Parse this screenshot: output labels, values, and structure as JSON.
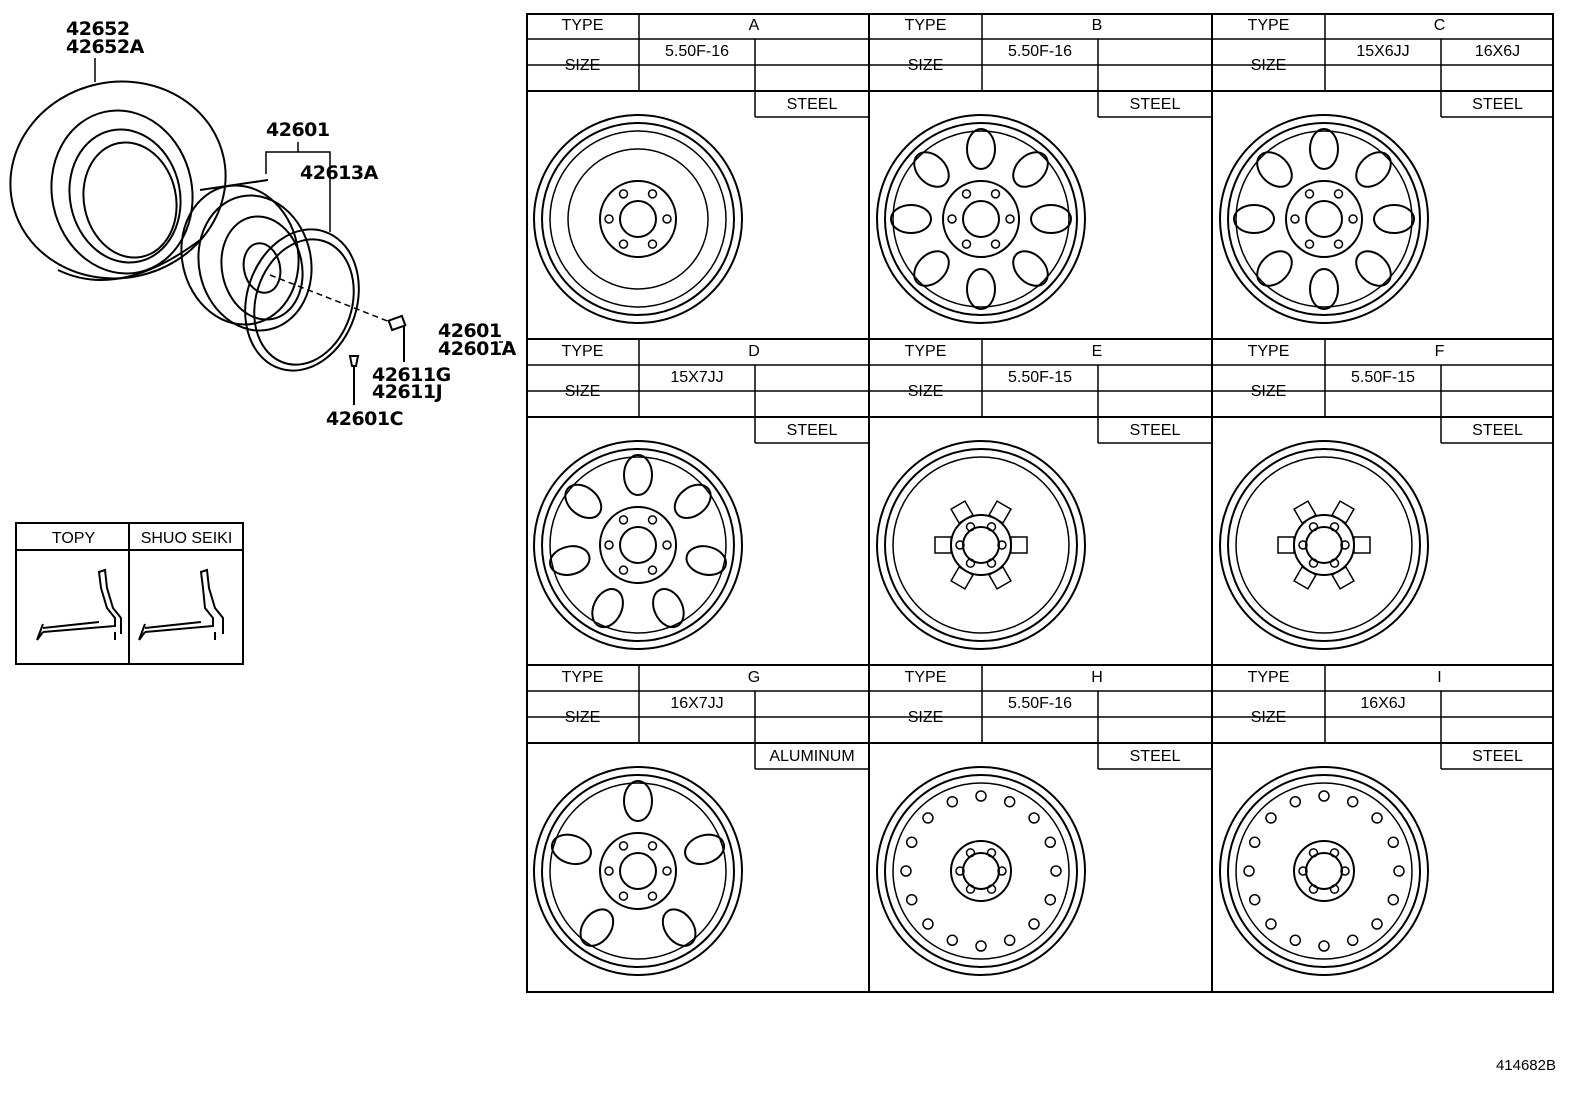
{
  "part_labels": {
    "tire": [
      "42652",
      "42652A"
    ],
    "disc_wheel": "42601",
    "rim_band": "42613A",
    "wheel_assembly": [
      "42601",
      "42601A"
    ],
    "valve": [
      "42611G",
      "42611J"
    ],
    "ornament": "42601C"
  },
  "manufacturer_table": {
    "columns": [
      "TOPY",
      "SHUO SEIKI"
    ]
  },
  "wheel_table": {
    "type_label": "TYPE",
    "size_label": "SIZE",
    "wheels": [
      {
        "type": "A",
        "sizes": [
          "5.50F-16",
          ""
        ],
        "material": "STEEL"
      },
      {
        "type": "B",
        "sizes": [
          "5.50F-16",
          ""
        ],
        "material": "STEEL"
      },
      {
        "type": "C",
        "sizes": [
          "15X6JJ",
          "16X6J"
        ],
        "material": "STEEL"
      },
      {
        "type": "D",
        "sizes": [
          "15X7JJ",
          ""
        ],
        "material": "STEEL"
      },
      {
        "type": "E",
        "sizes": [
          "5.50F-15",
          ""
        ],
        "material": "STEEL"
      },
      {
        "type": "F",
        "sizes": [
          "5.50F-15",
          ""
        ],
        "material": "STEEL"
      },
      {
        "type": "G",
        "sizes": [
          "16X7JJ",
          ""
        ],
        "material": "ALUMINUM"
      },
      {
        "type": "H",
        "sizes": [
          "5.50F-16",
          ""
        ],
        "material": "STEEL"
      },
      {
        "type": "I",
        "sizes": [
          "16X6J",
          ""
        ],
        "material": "STEEL"
      }
    ]
  },
  "drawing_number": "414682B"
}
